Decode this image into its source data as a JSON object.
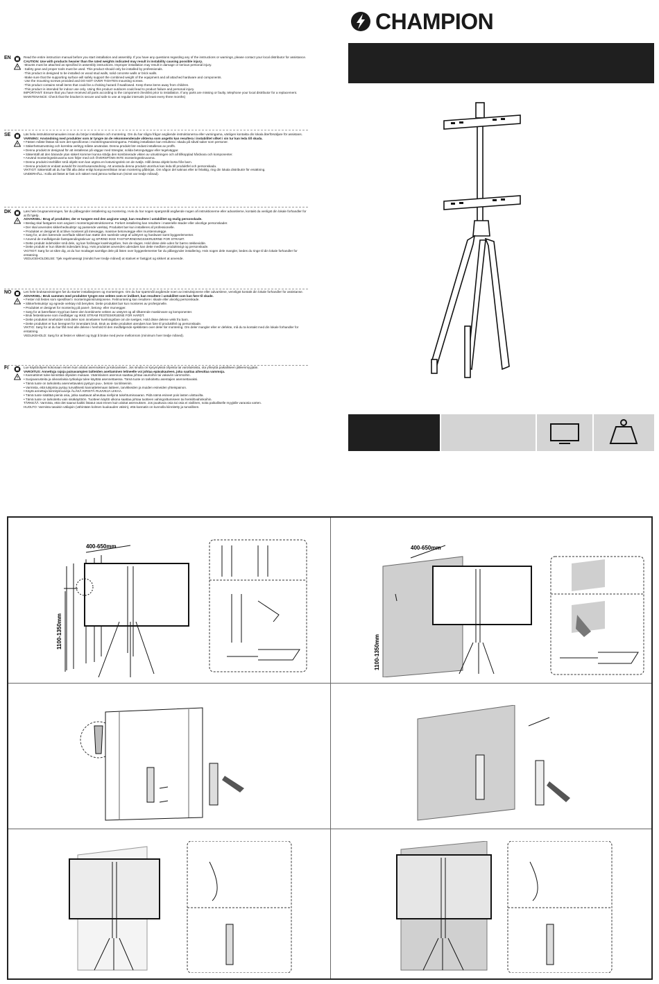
{
  "brand": {
    "name": "CHAMPION"
  },
  "languages": [
    {
      "code": "EN",
      "lines": [
        "Read the entire instruction manual before you start installation and assembly. If you have any questions regarding any of the instructions or warnings, please contact your local distributor for assistance.",
        "CAUTION: Use with products heavier than the rated weights indicated may result in instability causing possible injury.",
        "·Mounts must be attached as specified in assembly instructions. Improper installation may result in damage or serious personal injury.",
        "·Safety gear and proper tools must be used. This product should only be installed by professionals.",
        "·This product is designed to be installed on wood stud walls, solid concrete walls or brick walls.",
        "·Make sure that the supporting surface will safely support the combined weight of the equipment and all attached hardware and components.",
        "·Use the mounting screws provided and DO NOT OVER TIGHTEN mounting screws.",
        "·This product contains small items that could be a choking hazard if swallowed. Keep these items away from children.",
        "·This product is intended for indoor use only. Using this product outdoors could lead to product failure and personal injury.",
        "IMPORTANT: Ensure that you have received all parts according to the component checklist prior to installation. If any parts are missing or faulty, telephone your local distributor for a replacement.",
        "MAINTENANCE: Check that the bracket is secure and safe to use at regular intervals (at least every three months)"
      ]
    },
    {
      "code": "SE",
      "lines": [
        "Läs hela instruktionsmanualen innan du börjar installation och montering. Om du har några frågor angående instruktionerna eller varningarna, vänligen kontakta din lokala återförsäljare för assistans.",
        "VARNING: Användning med produkter som är tyngre än de rekommenderade vikterna som angetts kan resultera i instabilitet vilket i sin tur kan leda till skada.",
        "• Fästen måste fästas så som det specificeras i monteringsanvisningarna. Felaktig installation kan resultera i skada på såväl saker som personer.",
        "• Säkerhetsutrustning och korrekta verktyg måste användas. Denna produkt bör endast installeras av proffs.",
        "• Denna produkt är designad för att installeras på väggar med träreglar, solida betongväggar eller tegelväggar.",
        "• Säkerställ att den bärande ytan säkert kommer kunna stödja den kombinerade vikten av utrustningen och all tillkopplad hårdvara och komponenter.",
        "• Använd monteringsskruvarna som följer med och ÖVERSPÄNN INTE monteringsskruvarna.",
        "• Denna produkt innehåller små objekt som kan utgöra en kvävningsrisk om de sväljs. Håll dessa objekt borta från barn.",
        "• Denna produkt är endast avsedd för inomhusanvändning. Att använda denna produkt utomhus kan leda till produktfel och personskada.",
        "VIKTIGT: Säkerställ att du har fått alla delar enligt komponentlistan innan montering påbörjas. Om någon del saknas eller är felaktig, ring din lokala distributör för ersättning.",
        "UNDERHÅLL: Kolla att fästet är fast och säkert med jämna mellanrum (minst var tredje månad)."
      ]
    },
    {
      "code": "DK",
      "lines": [
        "Læs hele brugsanvisningen, før du påbegynder installering og montering. Hvis du har nogen spørgsmål angående nogen af instruktionerne eller advarslerne, kontakt da venligst din lokale forhandler for at få hjælp.",
        "ADVARSEL: Brug af produkter, der er tungere end den angivne vægt, kan resultere i ustabilitet og mulig personskade.",
        "• Beslag skal fastgøres som angivet i monteringsinstruktionerne. Forkert installering kan resultere i materielle skader eller alvorlige personskader.",
        "• Der skal anvendes sikkerhedsudstyr og passende værktøj. Produktet bør kun installeres af professionelle.",
        "• Produktet er designet til at blive monteret på trævægge, massive betonvægge eller murstensvægge.",
        "• Sørg for, at den bærende overflade sikkert kan støtte den samlede vægt af udstyret og hardware samt byggeelementer.",
        "• Anvend de medfølgende fastspændingsskruer og SPÆND IKKE FASTSPÆNDINGSSKRUERNE FOR STRAMT.",
        "• Dette produkt indeholder små dele, og kan forårsage kvælningsfare, hvis de sluges. Hold disse dele uden for børns rækkevidde.",
        "• Dette produkt er kun tiltænkt indendørs brug. Hvis produktet anvendes udendørs kan dette medføre produktsvigt og personskade.",
        "VIGTIGT: Sørg for at sikre dig, at du har modtaget samtlige dele på listen over byggeelementer før du påbegynder installering. Hvis nogen dele mangler, bedes du ringe til din lokale forhandler for erstatning.",
        "VEDLIGEHOLDELSE: Tjek regelmæssigt (mindst hver tredje måned) at stativet er fastgjort og sikkert at anvende."
      ]
    },
    {
      "code": "NO",
      "lines": [
        "Les hele bruksanvisningen før du starter installasjonen og monteringen. Om du har spørsmål angående noen av instruksjonene eller advarslene, vennligst kontakt din lokale forhandler for assistanse.",
        "ADVARSEL: Bruk sammen med produkter tyngre enn vekten som er indikert, kan resultere i ustabilitet som kan føre til skade.",
        "• Fester må festes som spesifisert i monteringsinstruksjonene. Feilmontering kan resultere i skade eller alvorlig personskade.",
        "• Sikkerhetsutstyr og egnede verktøy må benyttes. Dette produktet bør kun monteres av profesjonelle.",
        "• Produktet er designet for montering på panel-, betong- eller murvegger.",
        "• Sørg for at bæreflaten trygt kan bære den kombinerte vekten av utstyret og all tilhørende maskinvare og komponenter.",
        "• Bruk festeskruene som medfølger og IKKE STRAM FESTESKRUENE FOR HARDT.",
        "• Dette produktet inneholder små deler som innebærer kvelningsfare om de svelges. Hold disse delene vekk fra barn.",
        "• Dette produktet er kun beregnet for innendørs bruk. Bruk av dette produktet utendørs kan føre til produktfeil og personskade.",
        "VIKTIG: Sørg for at du har fått med alle delene i henhold til den medfølgende sjekklisten over deler før montering. Om deler mangler eller er defekte, må du ta kontakt med din lokale forhandler for erstatning.",
        "VEDLIKEHOLD: Sørg for at festet er sikkert og trygt å bruke med jevne mellomrom (minimum hver tredje måned)."
      ]
    },
    {
      "code": "FI",
      "lines": [
        "Lue käyttöohjeet kokonaan ennen kuin aloitat asennuksen ja kokoamisen. Jos sinulla on kysymyksiä ohjeista tai varoituksista, ota yhteyttä paikalliseen jälleenmyyjään.",
        "VAROITUS: Annettuja rajoja painavampien laitteiden asettaminen telineelle voi johtaa epävakauteen, joka saattaa aiheuttaa vammoja.",
        "• Kannattimet tulee kiinnittää ohjeiden mukaan. Väärinlainen asennus saattaa johtaa vaurioihin tai vakaviin vammoihin.",
        "• Suojavarusteita ja oikeanlaisia työkaluja tulee käyttää asennettaessa. Tämä tuote on tarkoitettu asentajien asennettavaksi.",
        "• Tämä tuote on tarkoitettu asennettavaksi pystyyn puu-, betoni- tai tiiliseiniin.",
        "• Varmista, että tukipinta pystyy turvallisesti kannattelemaan laitteen, tarvikkeiden ja muiden esineiden yhteispainon.",
        "• Käytä annettuja kiinnitysruuveja ÄLÄKÄ KIRISTÄ RUUVEJA LIIKAA.",
        "• Tämä tuote sisältää pieniä osia, jotka saattavat aiheuttaa niellyinä tukehtumisvaaran. Pidä nämä esineet pois lasten ulottuvilta.",
        "• Tämä tuote on tarkoitettu vain sisäkäyttöön. Tuotteen käyttö ulkona saattaa johtaa tuotteen vahingoittumiseen tai henkilövahinkoihin.",
        "TÄRKEÄÄ: Varmista, että olet saanut kaikki listatut osat ennen kuin aloitat asennuksen. Jos puuttuvia osia tai osia ei viallinen, soita paikalliselle myyjälle varaosia varten.",
        "HUOLTO: Varmista tasaisin väliajoin (vähintään kolmen kuukauden välein), että kannatin on kunnolla kiinnitetty ja turvallinen."
      ]
    }
  ],
  "diagram": {
    "distance_label": "400-650mm",
    "height_label": "1100-1350mm"
  }
}
